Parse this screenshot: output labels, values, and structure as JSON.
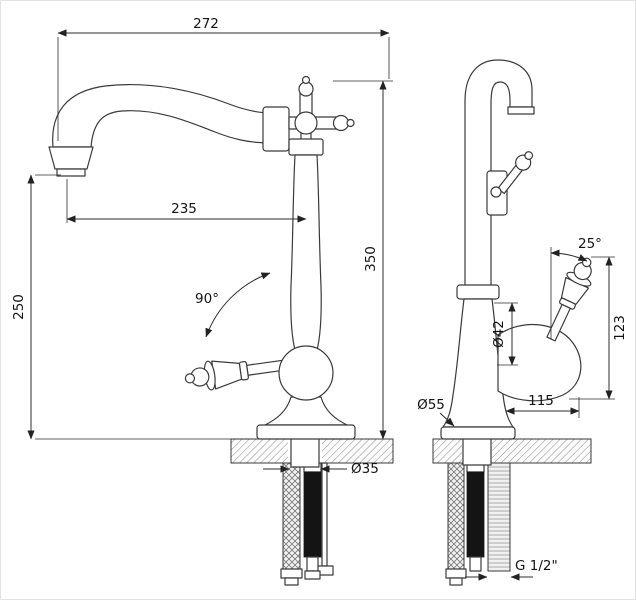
{
  "drawing": {
    "kind": "kitchen-faucet two-view dimensioned technical drawing",
    "front_view": {
      "overall_reach": "272",
      "spout_reach": "235",
      "spout_height": "250",
      "overall_height": "350",
      "swivel_angle": "90°",
      "hole_diameter": "Ø35"
    },
    "side_view": {
      "lever_angle": "25°",
      "lever_length": "123",
      "body_diameter": "Ø42",
      "base_diameter": "Ø55",
      "depth": "115",
      "thread_size": "G 1/2\""
    }
  }
}
